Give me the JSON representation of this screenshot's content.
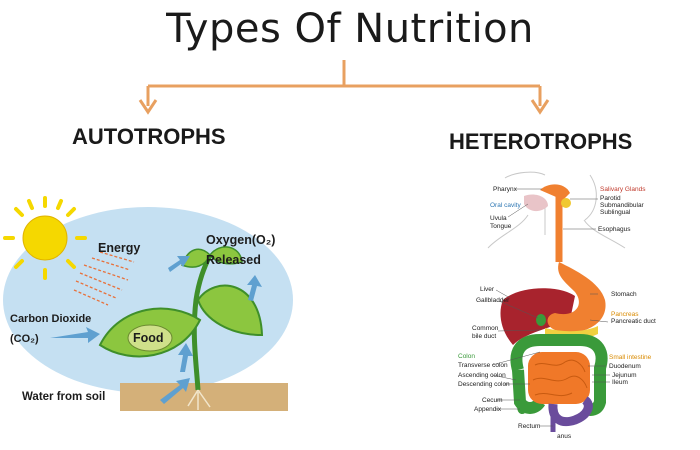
{
  "title": "Types Of Nutrition",
  "autotrophs": {
    "heading": "AUTOTROPHS",
    "labels": {
      "energy": "Energy",
      "oxygen_line1": "Oxygen(O₂)",
      "oxygen_line2": "Released",
      "co2_line1": "Carbon Dioxide",
      "co2_line2": "(CO₂)",
      "food": "Food",
      "water": "Water from soil"
    }
  },
  "heterotrophs": {
    "heading": "HETEROTROPHS",
    "labels": {
      "pharynx": "Pharynx",
      "salivary_glands": "Salivary Glands",
      "parotid": "Parotid",
      "submandibular": "Submandibular",
      "sublingual": "Sublingual",
      "oral_cavity": "Oral cavity",
      "uvula": "Uvula",
      "tongue": "Tongue",
      "esophagus": "Esophagus",
      "liver": "Liver",
      "gallbladder": "Gallbladder",
      "stomach": "Stomach",
      "pancreas": "Pancreas",
      "pancreatic_duct": "Pancreatic duct",
      "common_bile_duct_1": "Common",
      "common_bile_duct_2": "bile duct",
      "colon": "Colon",
      "transverse_colon": "Transverse colon",
      "ascending_colon": "Ascending colon",
      "descending_colon": "Descending colon",
      "small_intestine": "Small intestine",
      "duodenum": "Duodenum",
      "jejunum": "Jejunum",
      "ileum": "Ileum",
      "cecum": "Cecum",
      "appendix": "Appendix",
      "rectum": "Rectum",
      "anus": "anus"
    }
  },
  "colors": {
    "arrow": "#e8a060",
    "sky": "#c5e0f2",
    "sun": "#f5d800",
    "leaf": "#8cc63f",
    "soil": "#d4b079",
    "esophagus": "#f08030",
    "liver": "#a8232d",
    "intestine": "#f07828",
    "colon": "#3a9a3a",
    "rectum": "#6a4c9c"
  }
}
